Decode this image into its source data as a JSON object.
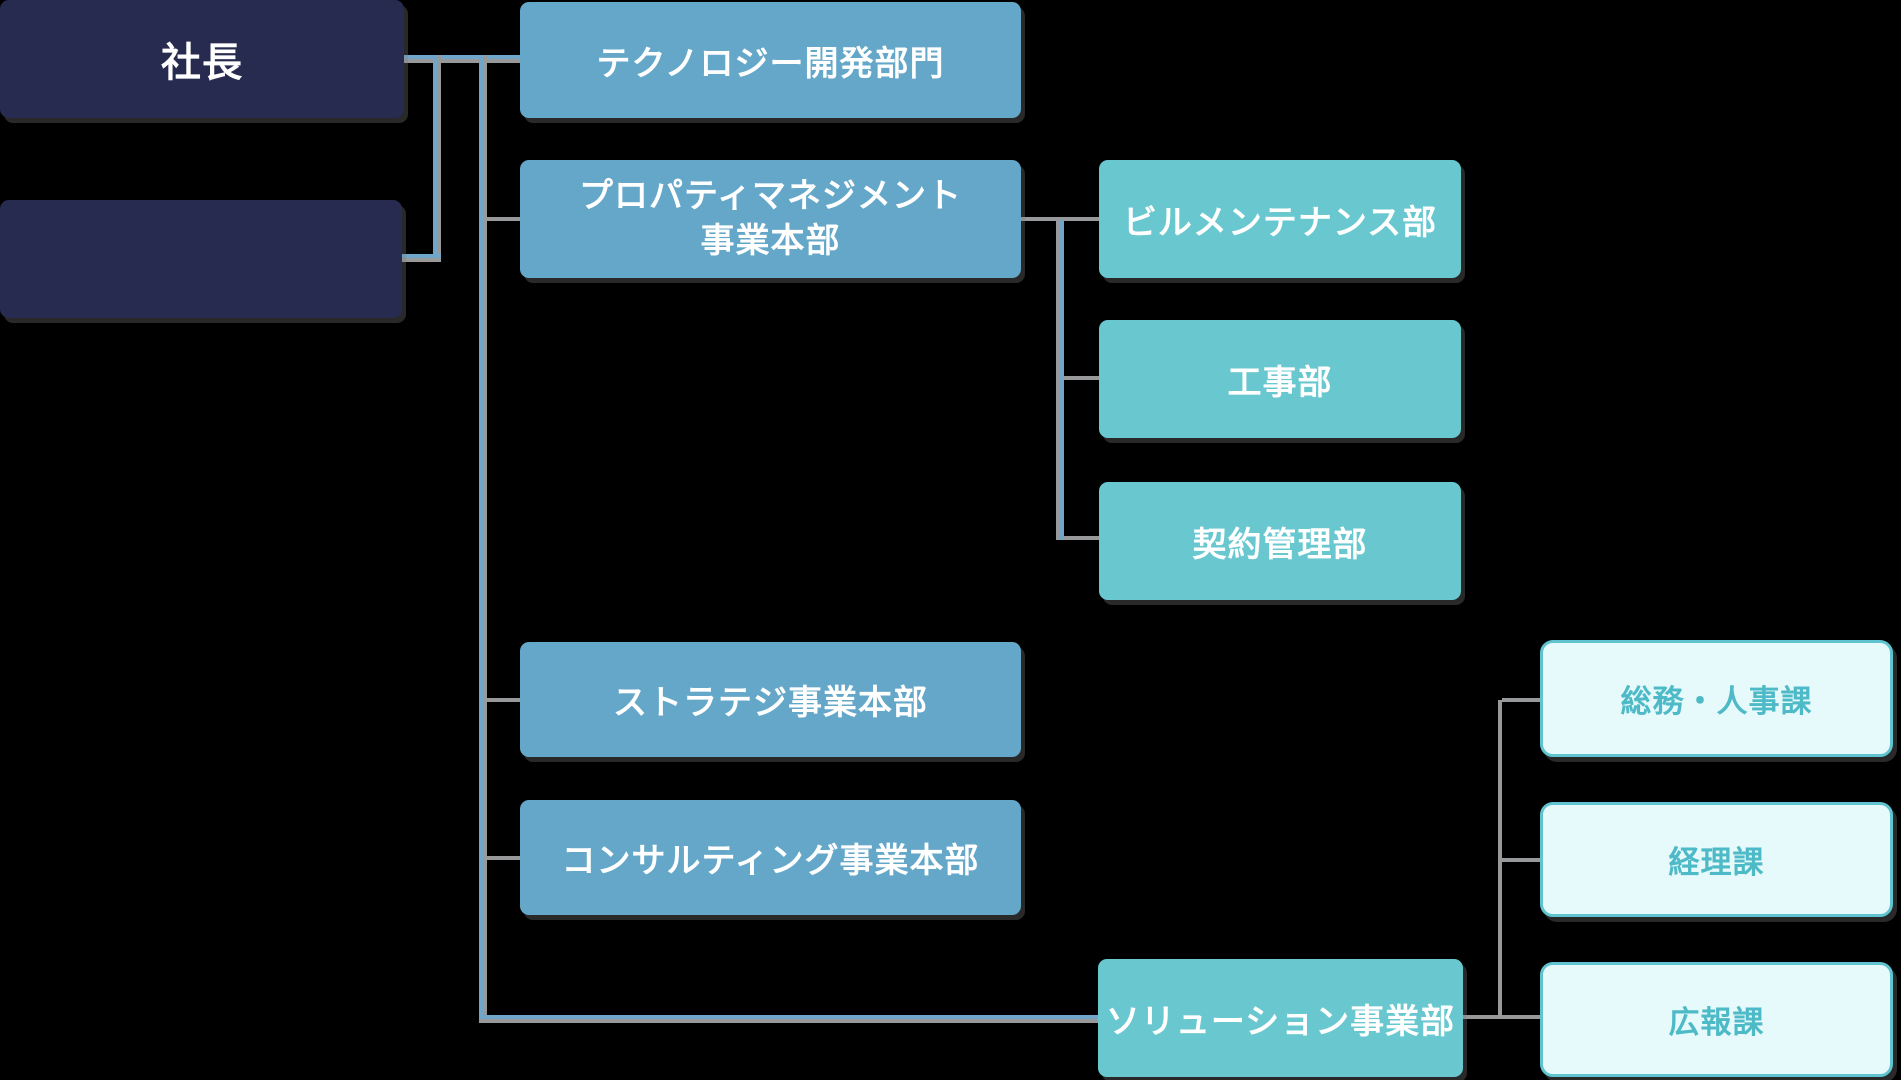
{
  "org_chart": {
    "nodes": {
      "president": {
        "label": "社長"
      },
      "sub_president": {
        "label": ""
      },
      "technology": {
        "label": "テクノロジー開発部門"
      },
      "property_management": {
        "label": "プロパティマネジメント事業本部",
        "line1": "プロパティマネジメント",
        "line2": "事業本部"
      },
      "strategy": {
        "label": "ストラテジ事業本部"
      },
      "consulting": {
        "label": "コンサルティング事業本部"
      },
      "building_maintenance": {
        "label": "ビルメンテナンス部"
      },
      "construction": {
        "label": "工事部"
      },
      "contract_management": {
        "label": "契約管理部"
      },
      "solution": {
        "label": "ソリューション事業部"
      },
      "general_affairs_hr": {
        "label": "総務・人事課"
      },
      "accounting": {
        "label": "経理課"
      },
      "public_relations": {
        "label": "広報課"
      }
    },
    "edges": [
      {
        "from": "president",
        "to": "sub_president"
      },
      {
        "from": "president",
        "to": "technology"
      },
      {
        "from": "president",
        "to": "property_management"
      },
      {
        "from": "president",
        "to": "strategy"
      },
      {
        "from": "president",
        "to": "consulting"
      },
      {
        "from": "president",
        "to": "solution"
      },
      {
        "from": "property_management",
        "to": "building_maintenance"
      },
      {
        "from": "property_management",
        "to": "construction"
      },
      {
        "from": "property_management",
        "to": "contract_management"
      },
      {
        "from": "solution",
        "to": "general_affairs_hr"
      },
      {
        "from": "solution",
        "to": "accounting"
      },
      {
        "from": "solution",
        "to": "public_relations"
      }
    ],
    "colors": {
      "navy_box": "#282B50",
      "blue_box": "#64A7C8",
      "teal_box": "#69C8CF",
      "pale_box_fill": "#E6FAFC",
      "pale_box_border": "#5FC4CF",
      "pale_box_text": "#4FBAC7",
      "box_text": "#FFFFFF",
      "connector_blue": "#6FA6C9",
      "connector_gray": "#98999B",
      "background": "#000000"
    }
  }
}
